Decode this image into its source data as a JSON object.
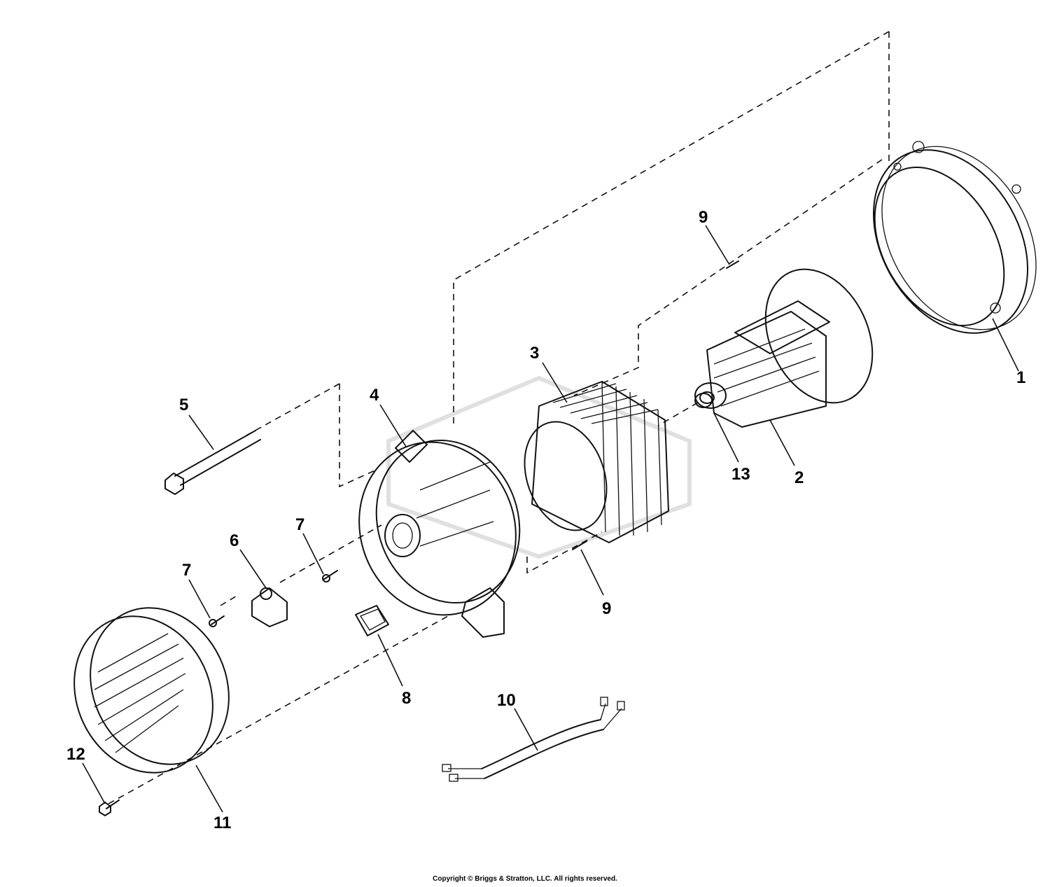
{
  "diagram": {
    "callouts": [
      {
        "id": "1",
        "label": "1"
      },
      {
        "id": "2",
        "label": "2"
      },
      {
        "id": "3",
        "label": "3"
      },
      {
        "id": "4",
        "label": "4"
      },
      {
        "id": "5",
        "label": "5"
      },
      {
        "id": "6",
        "label": "6"
      },
      {
        "id": "7a",
        "label": "7"
      },
      {
        "id": "7b",
        "label": "7"
      },
      {
        "id": "8",
        "label": "8"
      },
      {
        "id": "9a",
        "label": "9"
      },
      {
        "id": "9b",
        "label": "9"
      },
      {
        "id": "10",
        "label": "10"
      },
      {
        "id": "11",
        "label": "11"
      },
      {
        "id": "12",
        "label": "12"
      },
      {
        "id": "13",
        "label": "13"
      }
    ],
    "watermark_logo": "briggs-stratton-logo",
    "line_color": "#111111"
  },
  "footer": {
    "copyright": "Copyright © Briggs & Stratton, LLC. All rights reserved."
  }
}
